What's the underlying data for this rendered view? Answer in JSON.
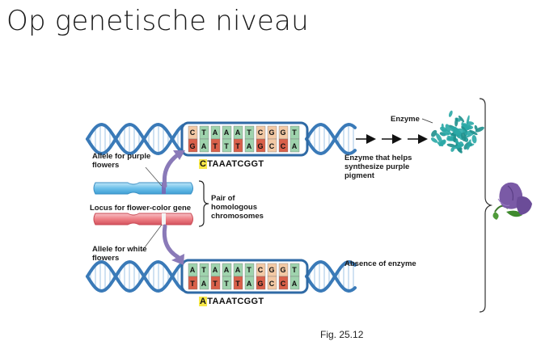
{
  "slide": {
    "title": "Op genetische niveau"
  },
  "labels": {
    "allele_purple": "Allele for purple flowers",
    "locus": "Locus for flower-color gene",
    "pair": "Pair of homologous chromosomes",
    "allele_white": "Allele for white flowers",
    "enzyme": "Enzyme",
    "enzyme_that": "Enzyme that helps synthesize purple pigment",
    "absence": "Absence of enzyme"
  },
  "top_dna": {
    "strand_top": [
      "C",
      "T",
      "A",
      "A",
      "A",
      "T",
      "C",
      "G",
      "G",
      "T"
    ],
    "strand_bottom": [
      "G",
      "A",
      "T",
      "T",
      "T",
      "A",
      "G",
      "C",
      "C",
      "A"
    ],
    "sequence_first": "C",
    "sequence_rest": "TAAATCGGT"
  },
  "bottom_dna": {
    "strand_top": [
      "A",
      "T",
      "A",
      "A",
      "A",
      "T",
      "C",
      "G",
      "G",
      "T"
    ],
    "strand_bottom": [
      "T",
      "A",
      "T",
      "T",
      "T",
      "A",
      "G",
      "C",
      "C",
      "A"
    ],
    "sequence_first": "A",
    "sequence_rest": "TAAATCGGT"
  },
  "figure": {
    "caption": "Fig. 25.12"
  },
  "colors": {
    "helix": "#3a7ab8",
    "helix_light": "#bcd6ec",
    "base_green": "#9fd3ad",
    "base_peach": "#f3c9a5",
    "base_red": "#d9604a",
    "chromosome_blue": "#7cc7ec",
    "chromosome_red": "#ee7f86",
    "arrow_purple": "#8a7ab8",
    "enzyme_teal": "#2aa9a6",
    "flower_purple": "#7a5aa6",
    "highlight": "#f7e84a"
  }
}
